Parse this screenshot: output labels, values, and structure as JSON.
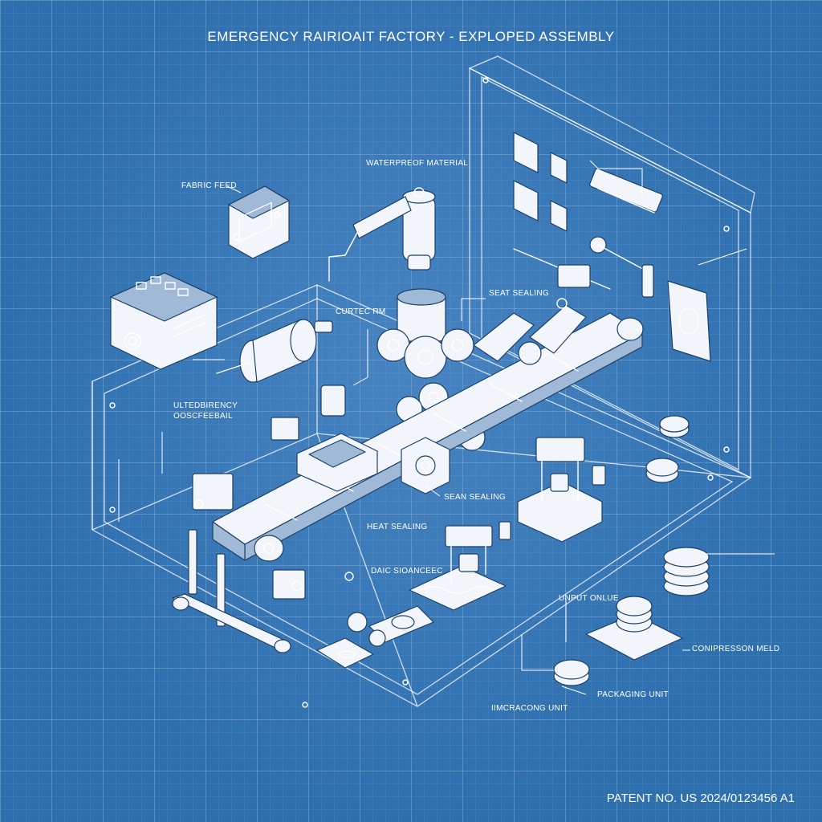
{
  "title": "EMERGENCY RAIRIOAIT FACTORY - EXPLOPED ASSEMBLY",
  "patent": "PATENT NO. US 2024/0123456 A1",
  "labels": {
    "fabric_feed": "FABRIC FEED",
    "waterproof_material": "WATERPREOF MATERIAL",
    "curtec_rm": "CURTEC RM",
    "seat_sealing": "SEAT SEALING",
    "ultrasonic_1": "ULTEDBIRENCY",
    "ultrasonic_2": "OOSCFEEBAIL",
    "seam_sealing": "SEAN SEALING",
    "heat_sealing": "HEAT SEALING",
    "die_stamping": "DAIC SIOANCEEC",
    "output_chute": "UNPUT ONLUE",
    "compression_mold": "CONIPRESSON MELD",
    "packaging_unit": "PACKAGING UNIT",
    "inspection_unit": "IIMCRACONG UNIT"
  },
  "colors": {
    "background": "#2e6fae",
    "line": "#ffffff",
    "component_fill": "#f2f6fb"
  }
}
